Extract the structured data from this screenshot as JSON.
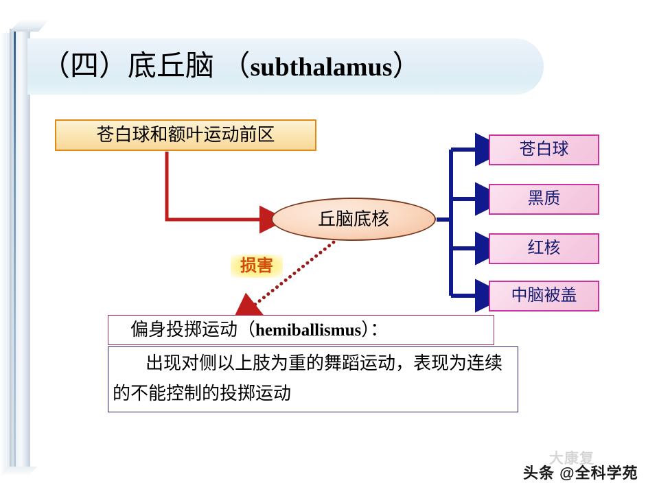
{
  "slide": {
    "background_color": "#ffffff",
    "title": {
      "cn_prefix": "（四）底丘脑 （",
      "latin": "subthalamus",
      "cn_suffix": "）",
      "full": "（四）底丘脑 （subthalamus）"
    }
  },
  "diagram": {
    "source_box": {
      "label": "苍白球和额叶运动前区",
      "border_color": "#e08a14",
      "fill_color": "#fbe6b4"
    },
    "center_node": {
      "label": "丘脑底核",
      "shape": "ellipse",
      "border_color": "#7b3a22",
      "fill_color": "#fbdcc6"
    },
    "targets": [
      {
        "label": "苍白球"
      },
      {
        "label": "黑质"
      },
      {
        "label": "红核"
      },
      {
        "label": "中脑被盖"
      }
    ],
    "target_style": {
      "border_color": "#c9339c",
      "fill_color": "#f7cfe4",
      "text_color": "#131a6e"
    },
    "damage_label": {
      "label": "损害",
      "text_color": "#d34b0a",
      "highlight_color": "#fff29a"
    },
    "arrows": {
      "source_to_center_color": "#c01d1d",
      "center_to_targets_color": "#101a8c",
      "damage_dotted_color": "#9c1a1a"
    }
  },
  "result": {
    "heading_cn_prefix": "偏身投掷运动（",
    "heading_latin": "hemiballismus",
    "heading_cn_suffix": "）：",
    "heading_full": "偏身投掷运动（hemiballismus）：",
    "heading_border_color": "#a8285a",
    "body": "出现对侧以上肢为重的舞蹈运动，表现为连续的不能控制的投掷运动",
    "body_border_color": "#1d1d6b"
  },
  "watermark": {
    "text": "头条 @全科学苑",
    "ghost_text": "大康复"
  }
}
